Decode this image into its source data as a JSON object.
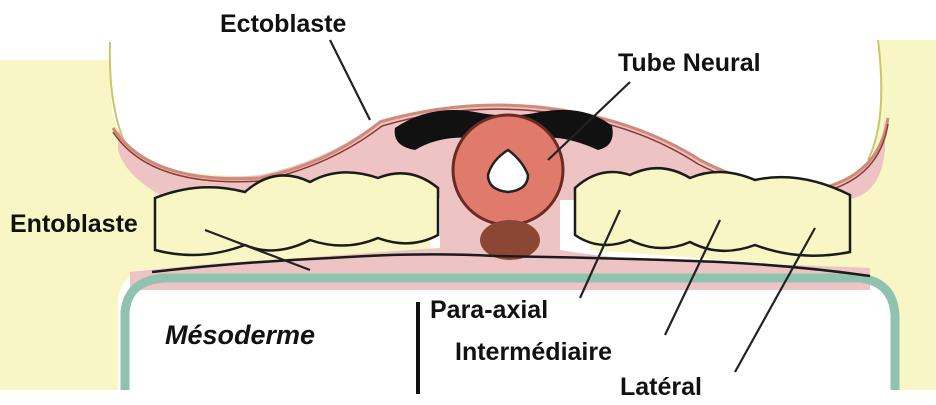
{
  "labels": {
    "ectoblaste": "Ectoblaste",
    "tube_neural": "Tube Neural",
    "entoblaste": "Entoblaste",
    "para_axial": "Para-axial",
    "intermediaire": "Intermédiaire",
    "lateral": "Latéral",
    "mesoderme": "Mésoderme"
  },
  "colors": {
    "yolk": "#f8f6c4",
    "ectoderm": "#e9b4b4",
    "neural_tube": "#e07a6a",
    "notochord": "#8b4733",
    "neural_plate": "#111111",
    "endoderm": "#8fc3b0"
  }
}
